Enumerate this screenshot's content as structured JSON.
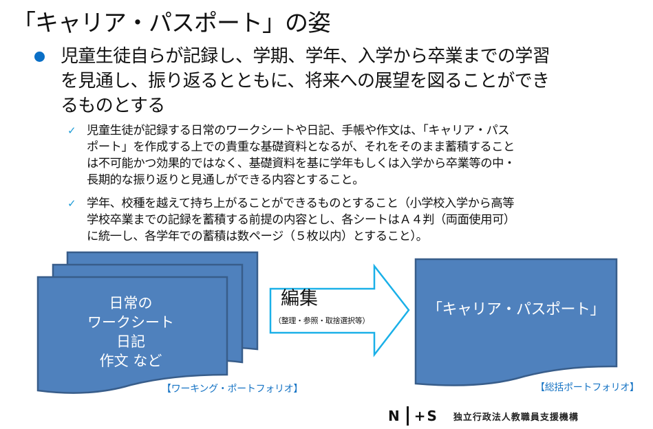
{
  "slide": {
    "title": "「キャリア・パスポート」の姿",
    "main_bullet": {
      "icon": "filled-circle-bullet",
      "color": "#0a6fc6",
      "lines": [
        "児童生徒自らが記録し、学期、学年、入学から卒業までの学習",
        "を見通し、振り返るとともに、将来への展望を図ることができ",
        "るものとする"
      ]
    },
    "sub_bullets": [
      {
        "icon": "checkmark",
        "lines": [
          "児童生徒が記録する日常のワークシートや日記、手帳や作文は、「キャリア・パス",
          "ポート」を作成する上での貴重な基礎資料となるが、それをそのまま蓄積すること",
          "は不可能かつ効果的ではなく、基礎資料を基に学年もしくは入学から卒業等の中・",
          "長期的な振り返りと見通しができる内容とすること。"
        ]
      },
      {
        "icon": "checkmark",
        "lines": [
          "学年、校種を越えて持ち上がることができるものとすること（小学校入学から高等",
          "学校卒業までの記録を蓄積する前提の内容とし、各シートはＡ４判（両面使用可）",
          "に統一し、各学年での蓄積は数ページ（５枚以内）とすること）。"
        ]
      }
    ],
    "diagram": {
      "working_sheets": {
        "lines": [
          "日常の",
          "ワークシート",
          "日記",
          "作文 など"
        ],
        "caption": "【ワーキング・ポートフォリオ】"
      },
      "arrow": {
        "label": "編集",
        "sublabel": "（整理・参照・取捨選択等）"
      },
      "passport": {
        "label": "「キャリア・パスポート」",
        "caption": "【総括ポートフォリオ】"
      },
      "colors": {
        "sheet_fill": "#4f81bd",
        "sheet_border": "#385d8a",
        "arrow_border": "#1ab0e8",
        "caption": "#1573c4"
      }
    },
    "footer": {
      "logo_left": "N",
      "logo_right": "+S",
      "organization": "独立行政法人教職員支援機構"
    }
  }
}
